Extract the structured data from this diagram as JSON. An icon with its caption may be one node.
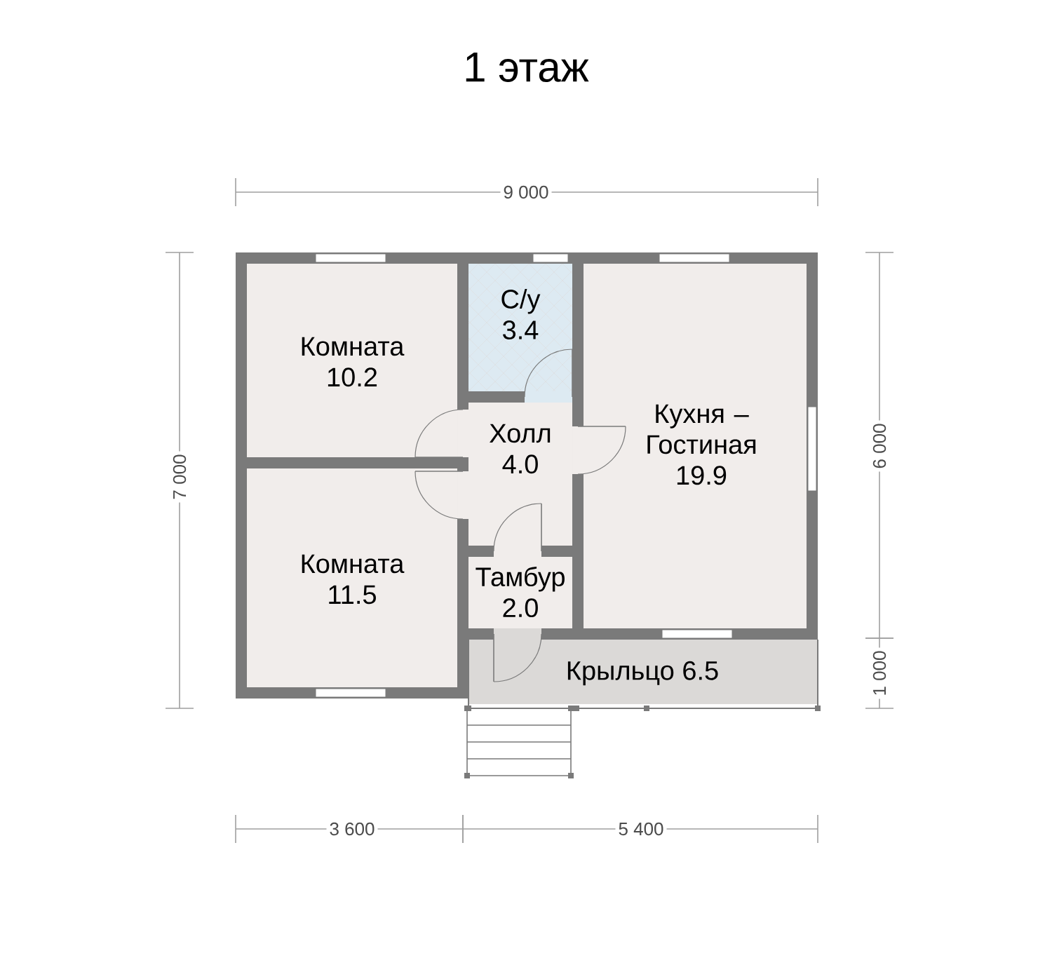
{
  "diagram": {
    "title": "1 этаж",
    "nodes": [
      {
        "text": [
          "Комната",
          "10.2"
        ]
      },
      {
        "text": [
          "С/у",
          "3.4"
        ]
      },
      {
        "text": [
          "Кухня – Гостиная",
          "19.9"
        ]
      },
      {
        "text": [
          "Холл",
          "4.0"
        ]
      },
      {
        "text": [
          "Комната",
          "11.5"
        ]
      },
      {
        "text": [
          "Тамбур",
          "2.0"
        ]
      },
      {
        "text": [
          "Крыльцо 6.5"
        ]
      }
    ],
    "labels": [
      "9 000",
      "7 000",
      "6 000",
      "1 000",
      "3 600",
      "5 400"
    ]
  }
}
